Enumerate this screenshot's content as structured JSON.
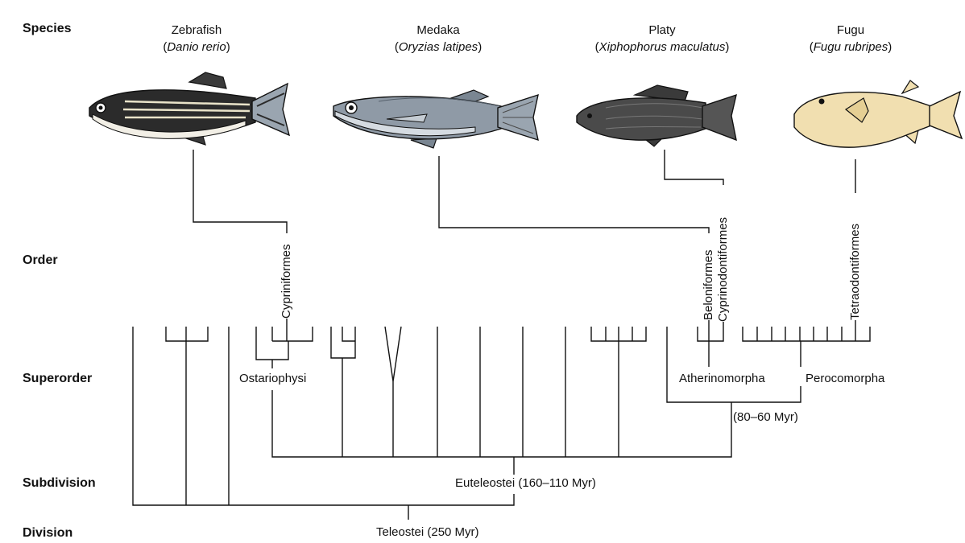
{
  "row_labels": {
    "species": "Species",
    "order": "Order",
    "superorder": "Superorder",
    "subdivision": "Subdivision",
    "division": "Division"
  },
  "species": [
    {
      "common": "Zebrafish",
      "scientific": "Danio rerio",
      "icon": "zebrafish-icon"
    },
    {
      "common": "Medaka",
      "scientific": "Oryzias latipes",
      "icon": "medaka-icon"
    },
    {
      "common": "Platy",
      "scientific": "Xiphophorus maculatus",
      "icon": "platy-icon"
    },
    {
      "common": "Fugu",
      "scientific": "Fugu rubripes",
      "icon": "fugu-icon"
    }
  ],
  "orders": {
    "cypriniformes": "Cypriniformes",
    "beloniformes": "Beloniformes",
    "cyprinodontiformes": "Cyprinodontiformes",
    "tetraodontiformes": "Tetraodontiformes"
  },
  "superorders": {
    "ostariophysi": "Ostariophysi",
    "atherinomorpha": "Atherinomorpha",
    "perocomorpha": "Perocomorpha",
    "atherinomorpha_age": "(80–60 Myr)"
  },
  "subdivision": "Euteleostei (160–110 Myr)",
  "division": "Teleostei (250 Myr)",
  "colors": {
    "line": "#111111",
    "zebrafish_body": "#2b2b2b",
    "zebrafish_belly": "#f2efe6",
    "medaka_body": "#8f9aa6",
    "platy_body": "#4a4a4a",
    "fugu_body": "#f1dfb0"
  }
}
